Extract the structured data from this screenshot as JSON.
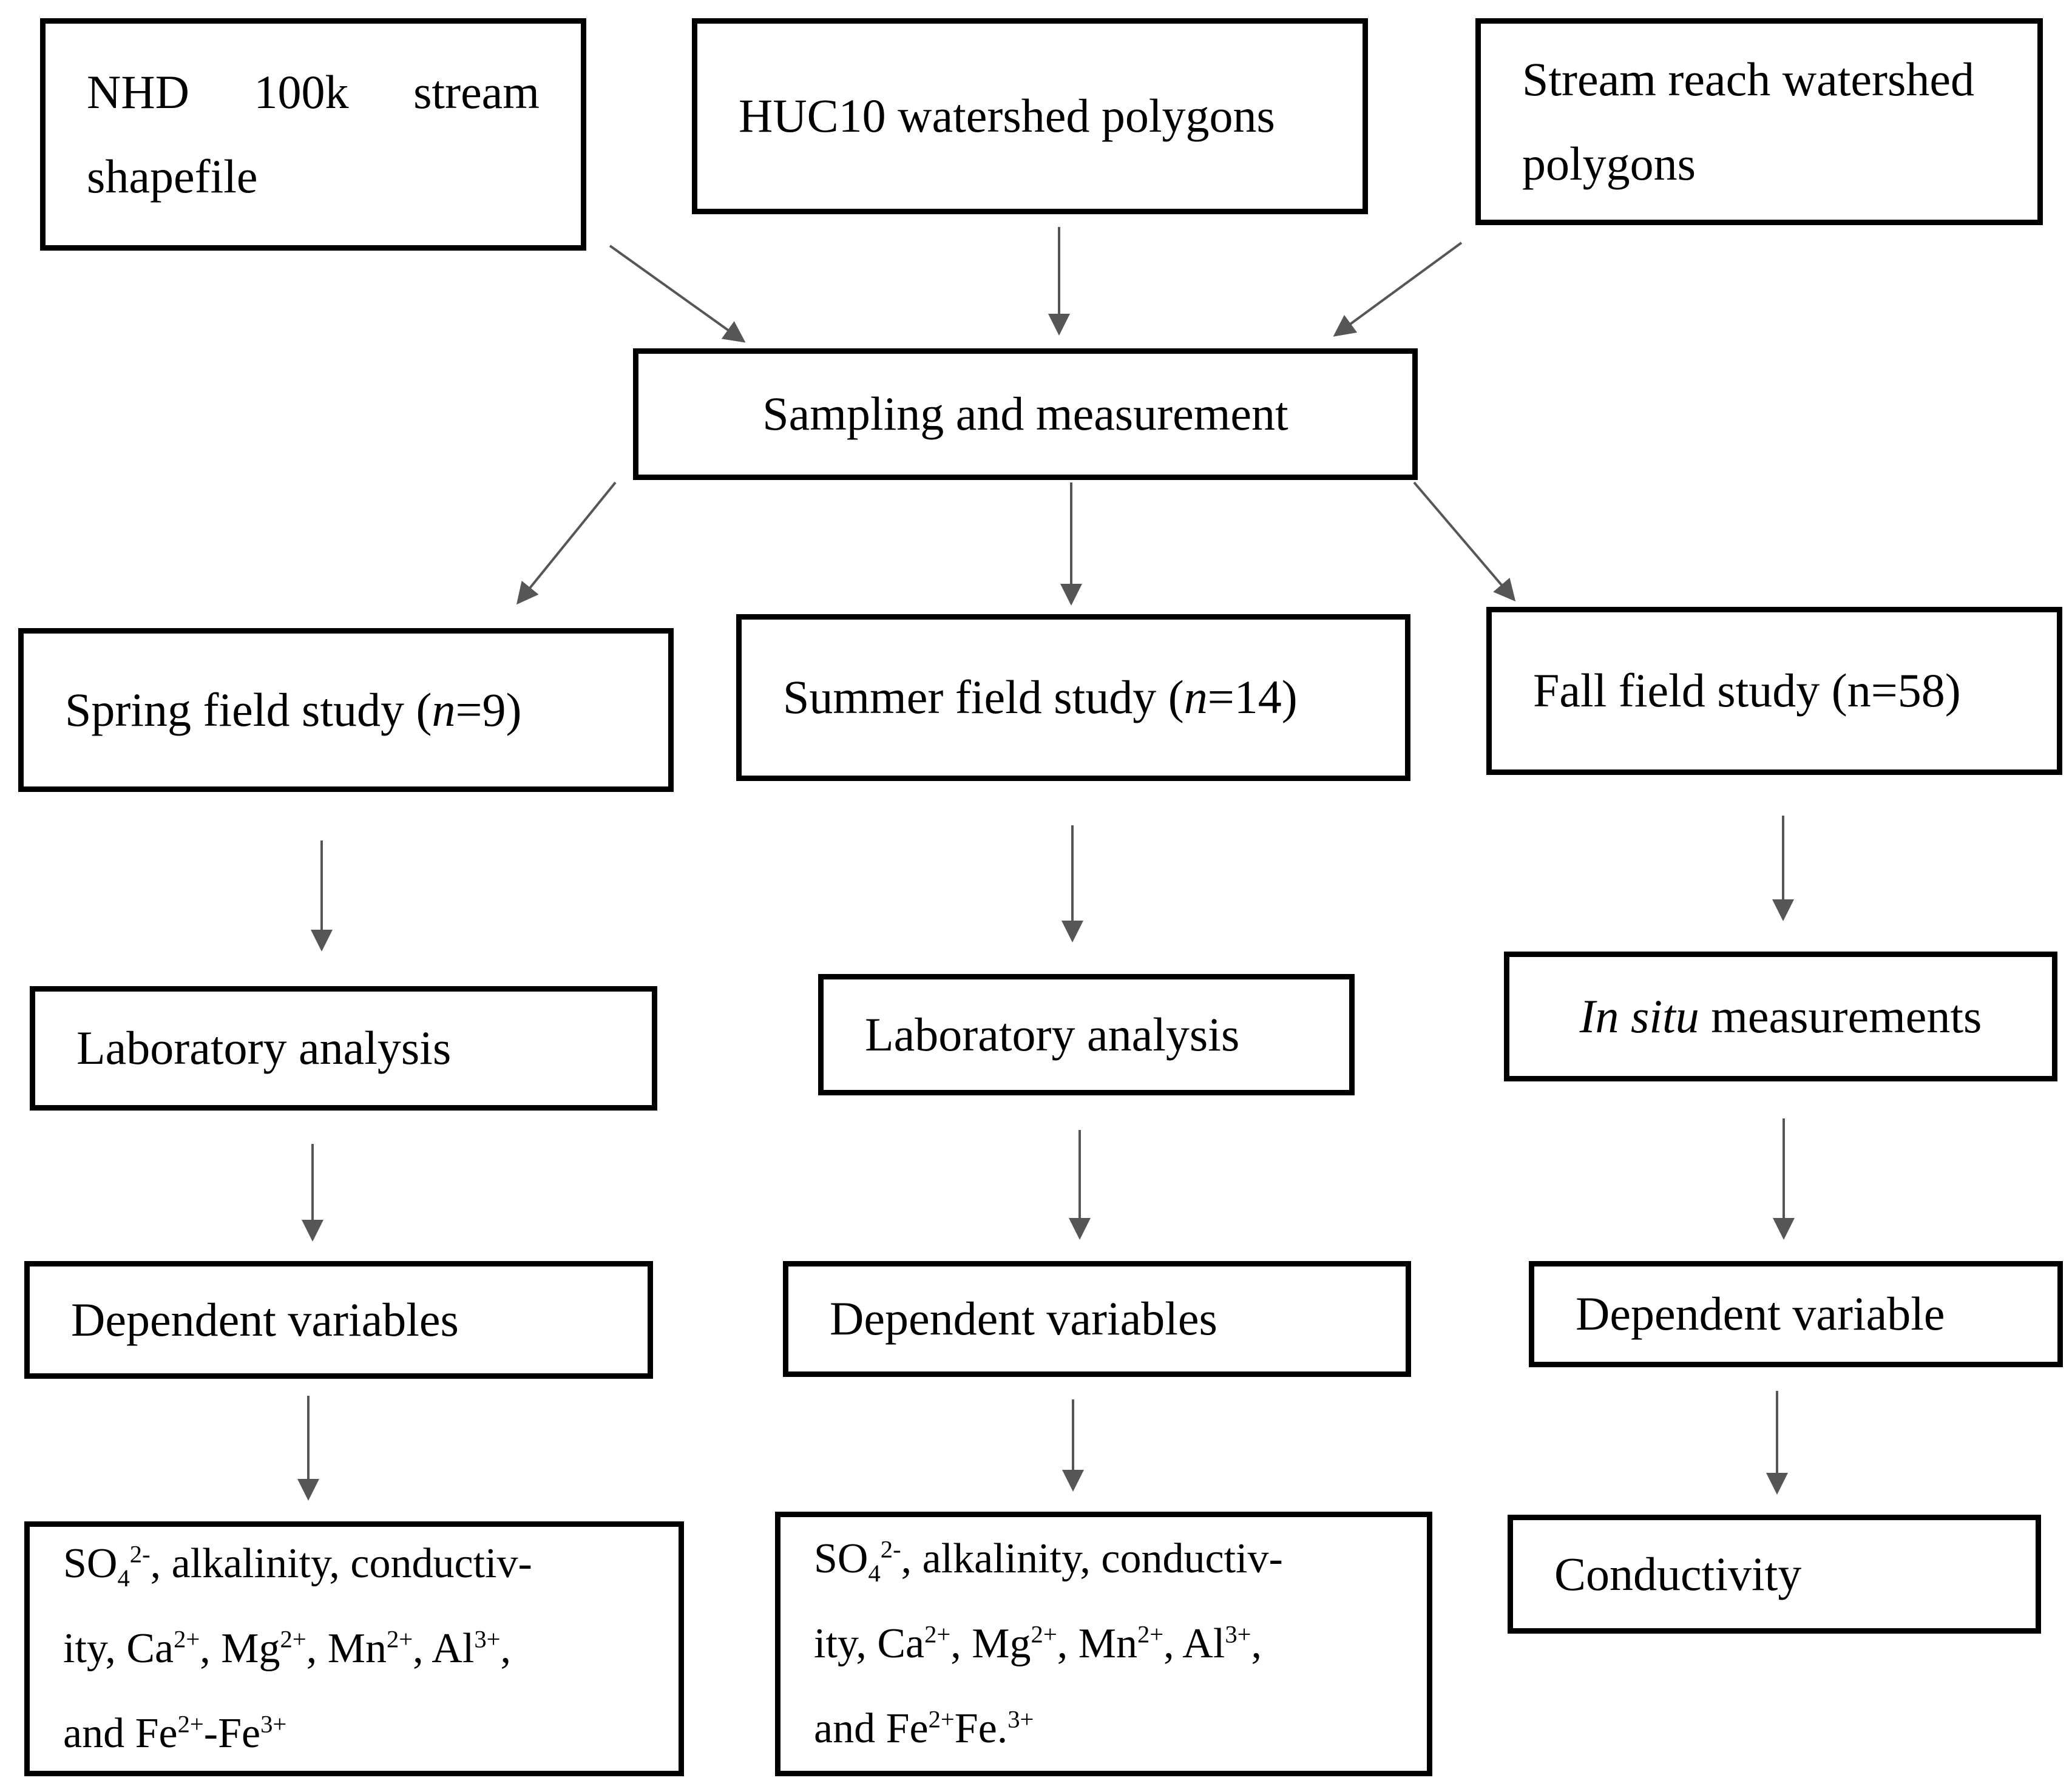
{
  "canvas": {
    "background": "#ffffff",
    "box_border_color": "#000000",
    "arrow_color": "#565656",
    "text_color": "#000000"
  },
  "nodes": {
    "nhd": {
      "label": "NHD 100k stream shapefile",
      "lines": [
        {
          "words": [
            "NHD",
            "100k",
            "stream"
          ],
          "stretch": true
        },
        {
          "text": "shapefile"
        }
      ]
    },
    "huc10": {
      "label": "HUC10 watershed polygons",
      "lines": [
        {
          "text": "HUC10 watershed polygons"
        }
      ]
    },
    "stream_reach": {
      "label": "Stream reach watershed polygons",
      "lines": [
        {
          "text": "Stream reach watershed"
        },
        {
          "text": "polygons"
        }
      ]
    },
    "sampling": {
      "label": "Sampling and measurement",
      "lines": [
        {
          "text": "Sampling and measurement"
        }
      ]
    },
    "spring": {
      "label": "Spring field study (n=9)",
      "lines": [
        {
          "segments": [
            {
              "t": "Spring field study ("
            },
            {
              "t": "n",
              "s": "i"
            },
            {
              "t": "=9)"
            }
          ]
        }
      ]
    },
    "summer": {
      "label": "Summer field study (n=14)",
      "lines": [
        {
          "segments": [
            {
              "t": "Summer field study ("
            },
            {
              "t": "n",
              "s": "i"
            },
            {
              "t": "=14)"
            }
          ]
        }
      ]
    },
    "fall": {
      "label": "Fall field study (n=58)",
      "lines": [
        {
          "text": "Fall field study (n=58)"
        }
      ]
    },
    "lab_spring": {
      "label": "Laboratory analysis",
      "lines": [
        {
          "text": "Laboratory analysis"
        }
      ]
    },
    "lab_summer": {
      "label": "Laboratory analysis",
      "lines": [
        {
          "text": "Laboratory analysis"
        }
      ]
    },
    "insitu": {
      "label": "In situ measurements",
      "lines": [
        {
          "segments": [
            {
              "t": "In situ",
              "s": "i"
            },
            {
              "t": " measurements"
            }
          ]
        }
      ]
    },
    "dep_spring": {
      "label": "Dependent variables",
      "lines": [
        {
          "text": "Dependent variables"
        }
      ]
    },
    "dep_summer": {
      "label": "Dependent variables",
      "lines": [
        {
          "text": "Dependent variables"
        }
      ]
    },
    "dep_fall": {
      "label": "Dependent variable",
      "lines": [
        {
          "text": "Dependent variable"
        }
      ]
    },
    "vars_spring": {
      "label": "SO4 2-, alkalinity, conductivity, Ca2+, Mg2+, Mn2+, Al3+, and Fe2+-Fe3+",
      "lines": [
        {
          "segments": [
            {
              "t": "SO"
            },
            {
              "t": "4",
              "s": "sub"
            },
            {
              "t": "2-",
              "s": "sup"
            },
            {
              "t": ", alkalinity, conductiv-"
            }
          ]
        },
        {
          "segments": [
            {
              "t": "ity, Ca"
            },
            {
              "t": "2+",
              "s": "sup"
            },
            {
              "t": ", Mg"
            },
            {
              "t": "2+",
              "s": "sup"
            },
            {
              "t": ", Mn"
            },
            {
              "t": "2+",
              "s": "sup"
            },
            {
              "t": ", Al"
            },
            {
              "t": "3+",
              "s": "sup"
            },
            {
              "t": ","
            }
          ]
        },
        {
          "segments": [
            {
              "t": "and Fe"
            },
            {
              "t": "2+",
              "s": "sup"
            },
            {
              "t": "-Fe"
            },
            {
              "t": "3+",
              "s": "sup"
            }
          ]
        }
      ]
    },
    "vars_summer": {
      "label": "SO4 2-, alkalinity, conductivity, Ca2+, Mg2+, Mn2+, Al3+, and Fe2+Fe.3+",
      "lines": [
        {
          "segments": [
            {
              "t": "SO"
            },
            {
              "t": "4",
              "s": "sub"
            },
            {
              "t": "2-",
              "s": "sup"
            },
            {
              "t": ", alkalinity, conductiv-"
            }
          ]
        },
        {
          "segments": [
            {
              "t": "ity, Ca"
            },
            {
              "t": "2+",
              "s": "sup"
            },
            {
              "t": ", Mg"
            },
            {
              "t": "2+",
              "s": "sup"
            },
            {
              "t": ", Mn"
            },
            {
              "t": "2+",
              "s": "sup"
            },
            {
              "t": ", Al"
            },
            {
              "t": "3+",
              "s": "sup"
            },
            {
              "t": ","
            }
          ]
        },
        {
          "segments": [
            {
              "t": "and Fe"
            },
            {
              "t": "2+",
              "s": "sup"
            },
            {
              "t": "Fe."
            },
            {
              "t": "3+",
              "s": "sup"
            }
          ]
        }
      ]
    },
    "conductivity": {
      "label": "Conductivity",
      "lines": [
        {
          "text": "Conductivity"
        }
      ]
    }
  },
  "arrows": [
    {
      "from": "nhd",
      "to": "sampling"
    },
    {
      "from": "huc10",
      "to": "sampling"
    },
    {
      "from": "stream_reach",
      "to": "sampling"
    },
    {
      "from": "sampling",
      "to": "spring"
    },
    {
      "from": "sampling",
      "to": "summer"
    },
    {
      "from": "sampling",
      "to": "fall"
    },
    {
      "from": "spring",
      "to": "lab_spring"
    },
    {
      "from": "summer",
      "to": "lab_summer"
    },
    {
      "from": "fall",
      "to": "insitu"
    },
    {
      "from": "lab_spring",
      "to": "dep_spring"
    },
    {
      "from": "lab_summer",
      "to": "dep_summer"
    },
    {
      "from": "insitu",
      "to": "dep_fall"
    },
    {
      "from": "dep_spring",
      "to": "vars_spring"
    },
    {
      "from": "dep_summer",
      "to": "vars_summer"
    },
    {
      "from": "dep_fall",
      "to": "conductivity"
    }
  ]
}
